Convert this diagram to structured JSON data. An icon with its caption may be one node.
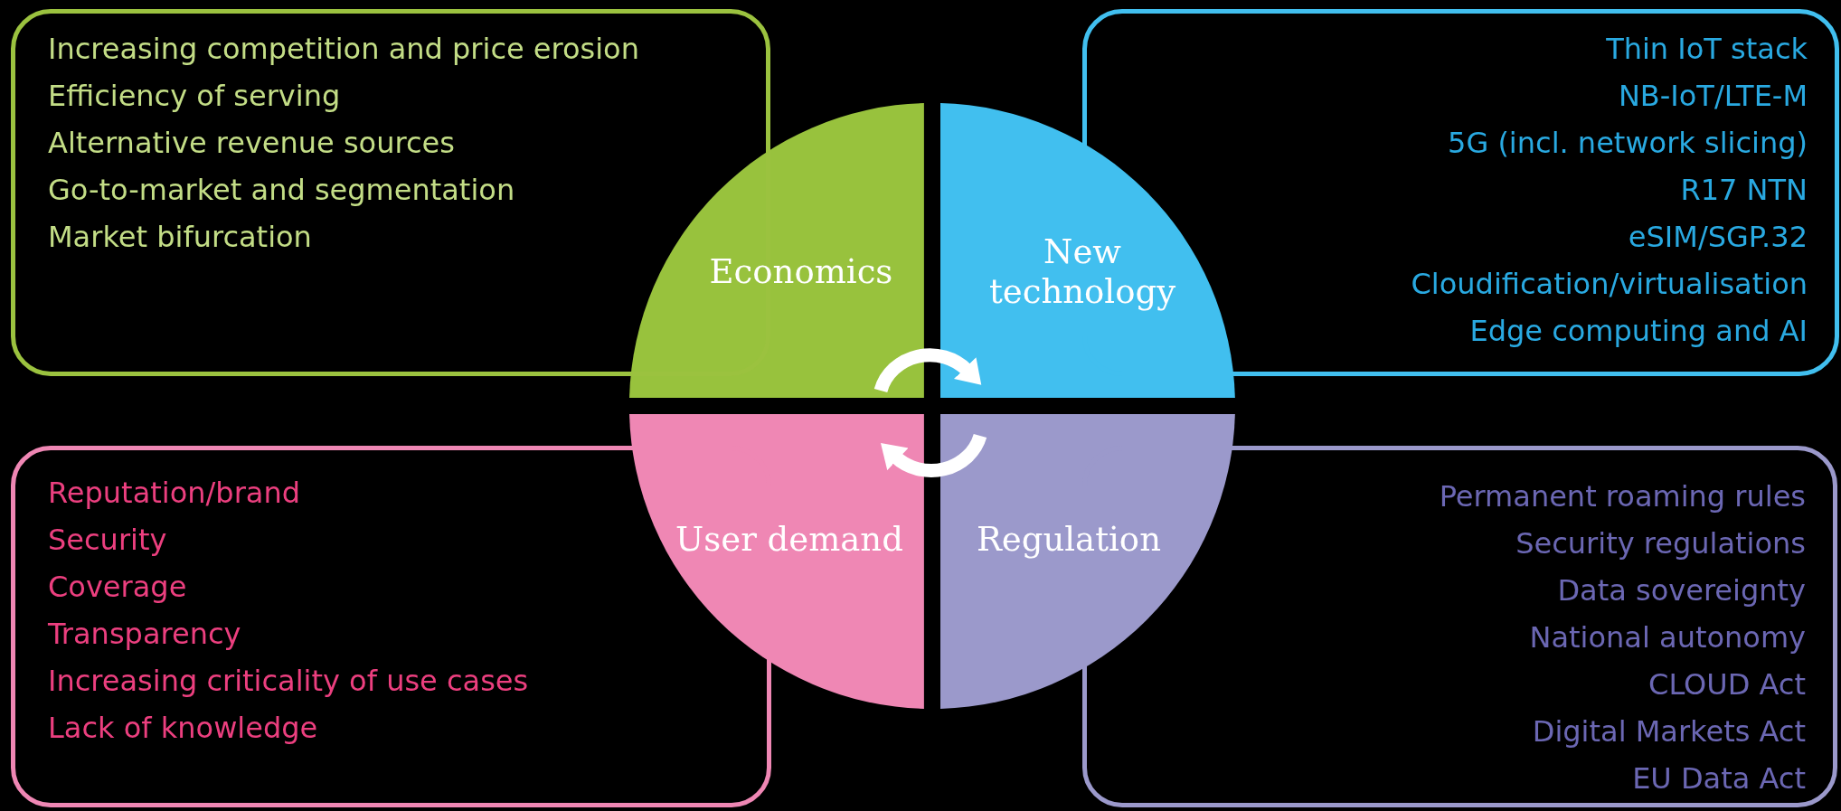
{
  "diagram": {
    "nodes": [
      {
        "text": [
          "Increasing competition and price erosion",
          "Efficiency of serving",
          "Alternative revenue sources",
          "Go-to-market and segmentation",
          "Market bifurcation"
        ]
      },
      {
        "text": [
          "Thin IoT stack",
          "NB-IoT/LTE-M",
          "5G (incl. network slicing)",
          "R17 NTN",
          "eSIM/SGP.32",
          "Cloudification/virtualisation",
          "Edge computing and AI"
        ]
      },
      {
        "text": [
          "Economics"
        ]
      },
      {
        "text": [
          "New technology"
        ]
      },
      {
        "text": [
          "User demand"
        ]
      },
      {
        "text": [
          "Regulation"
        ]
      },
      {
        "text": [
          "Reputation/brand",
          "Security",
          "Coverage",
          "Transparency",
          "Increasing criticality of use cases",
          "Lack of knowledge"
        ]
      },
      {
        "text": [
          "Permanent roaming rules",
          "Security regulations",
          "Data sovereignty",
          "National autonomy",
          "CLOUD Act",
          "Digital Markets Act",
          "EU Data Act"
        ]
      }
    ],
    "edges": [
      {
        "from": 2,
        "to": 3,
        "arrow": "to"
      },
      {
        "from": 5,
        "to": 4,
        "arrow": "to"
      }
    ]
  }
}
